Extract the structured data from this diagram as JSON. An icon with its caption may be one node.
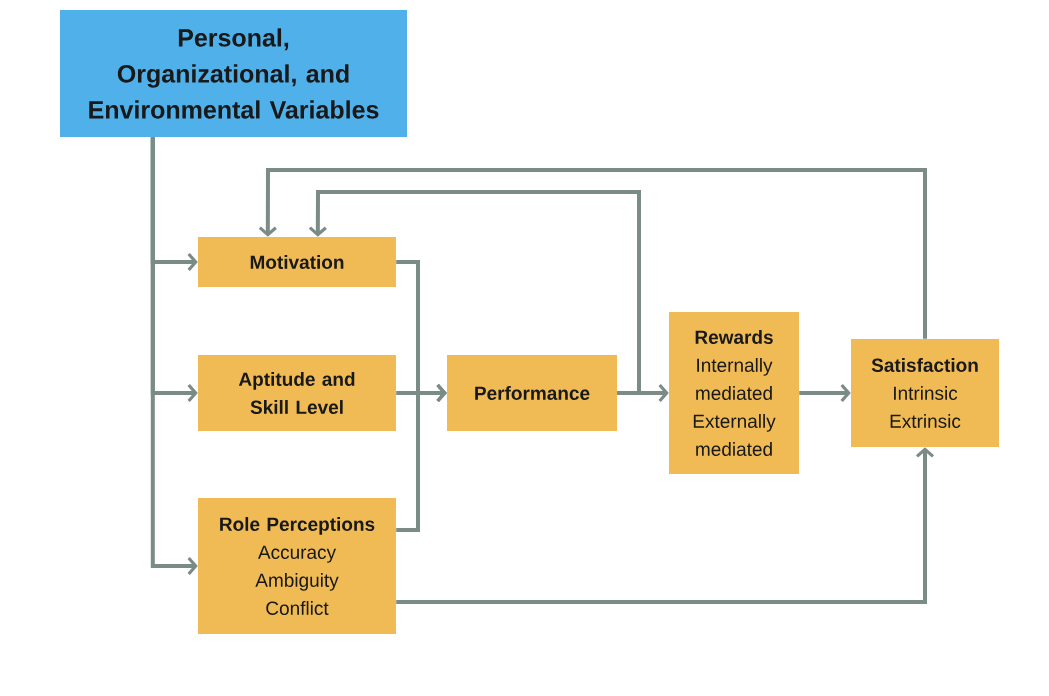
{
  "diagram": {
    "nodes": [
      {
        "text": [
          "Personal, Organizational, and Environmental Variables"
        ]
      },
      {
        "text": [
          "Motivation"
        ]
      },
      {
        "text": [
          "Aptitude and Skill Level"
        ]
      },
      {
        "text": [
          "Role Perceptions",
          "Accuracy",
          "Ambiguity",
          "Conflict"
        ]
      },
      {
        "text": [
          "Performance"
        ]
      },
      {
        "text": [
          "Rewards",
          "Internally mediated",
          "Externally mediated"
        ]
      },
      {
        "text": [
          "Satisfaction",
          "Intrinsic",
          "Extrinsic"
        ]
      }
    ],
    "edges": [
      {
        "from": 0,
        "to": 1,
        "arrow": "to"
      },
      {
        "from": 0,
        "to": 2,
        "arrow": "to"
      },
      {
        "from": 0,
        "to": 3,
        "arrow": "to"
      },
      {
        "from": 1,
        "to": 4,
        "arrow": "to"
      },
      {
        "from": 2,
        "to": 4,
        "arrow": "to"
      },
      {
        "from": 3,
        "to": 4,
        "arrow": "to"
      },
      {
        "from": 4,
        "to": 5,
        "arrow": "to"
      },
      {
        "from": 5,
        "to": 6,
        "arrow": "to"
      },
      {
        "from": 3,
        "to": 6,
        "arrow": "to"
      },
      {
        "from": 6,
        "to": 1,
        "arrow": "to"
      },
      {
        "from": 4,
        "to": 1,
        "arrow": "to"
      }
    ]
  }
}
